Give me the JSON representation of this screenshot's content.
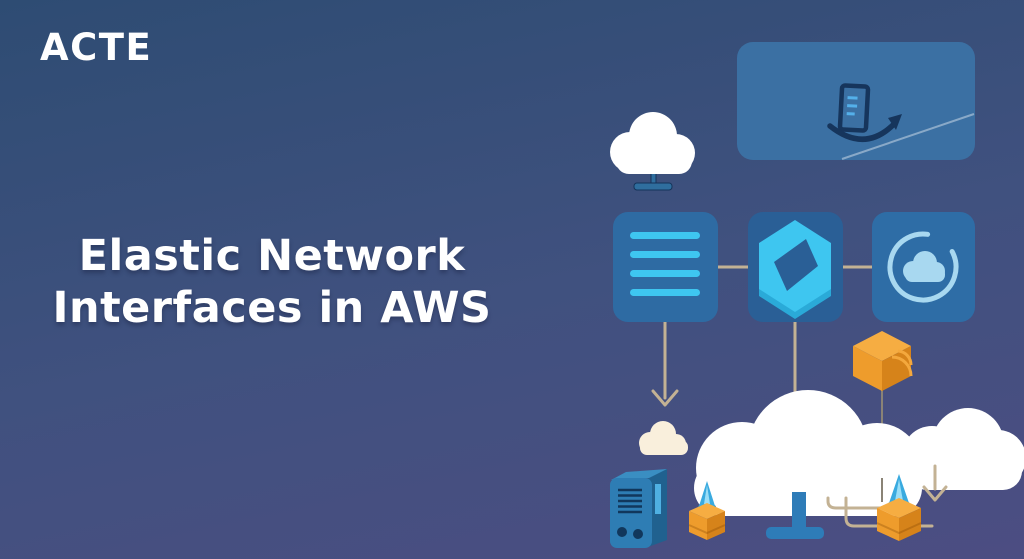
{
  "brand": {
    "name": "ACTE"
  },
  "hero": {
    "title_line1": "Elastic Network",
    "title_line2": "Interfaces in AWS"
  },
  "colors": {
    "bg_top": "#2e4c73",
    "bg_mid": "#40517f",
    "bg_bottom": "#4c4d82",
    "card_blue": "#3b70a3",
    "card_blue_2": "#2e6ba3",
    "card_blue_dark": "#2a5f96",
    "card_blue_3": "#2e6da6",
    "cyan": "#3ec6f0",
    "cyan_dark": "#2aaad8",
    "icon_light_blue": "#a8d8f0",
    "navy": "#16355c",
    "tan_line": "#c3b294",
    "cream": "#f9efdc",
    "white": "#ffffff",
    "orange_top": "#f6ad42",
    "orange": "#ee9c2c",
    "orange_dark": "#d6831a",
    "pedestal_blue": "#2e7cb8",
    "server_front": "#2e7db4",
    "server_side": "#20618f",
    "cone_blue": "#39aadf"
  },
  "illustration": {
    "icons": [
      "cloud-stand-icon",
      "server-migrate-icon",
      "list-icon",
      "hexagon-package-icon",
      "cloud-sync-icon",
      "down-arrow-icon",
      "small-cloud-icon",
      "cube-icon",
      "big-cloud-icon",
      "right-cloud-icon",
      "cloud-pedestal",
      "server-tower-icon",
      "storage-box-icon",
      "water-cone-icon"
    ]
  }
}
